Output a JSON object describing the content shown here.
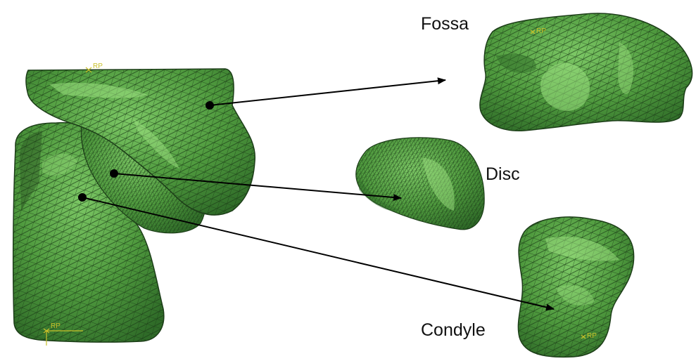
{
  "labels": {
    "fossa": "Fossa",
    "disc": "Disc",
    "condyle": "Condyle"
  },
  "reference_point_markers": {
    "assembly_top": "RP",
    "assembly_bottom": "RP",
    "fossa": "RP",
    "condyle": "RP"
  },
  "colors": {
    "mesh_fill": "#4f9a3e",
    "mesh_dark": "#2f6b28",
    "mesh_highlight": "#9be07f",
    "mesh_lines": "#1c3d18",
    "arrow": "#000000",
    "rp_marker": "#c8c02a"
  }
}
